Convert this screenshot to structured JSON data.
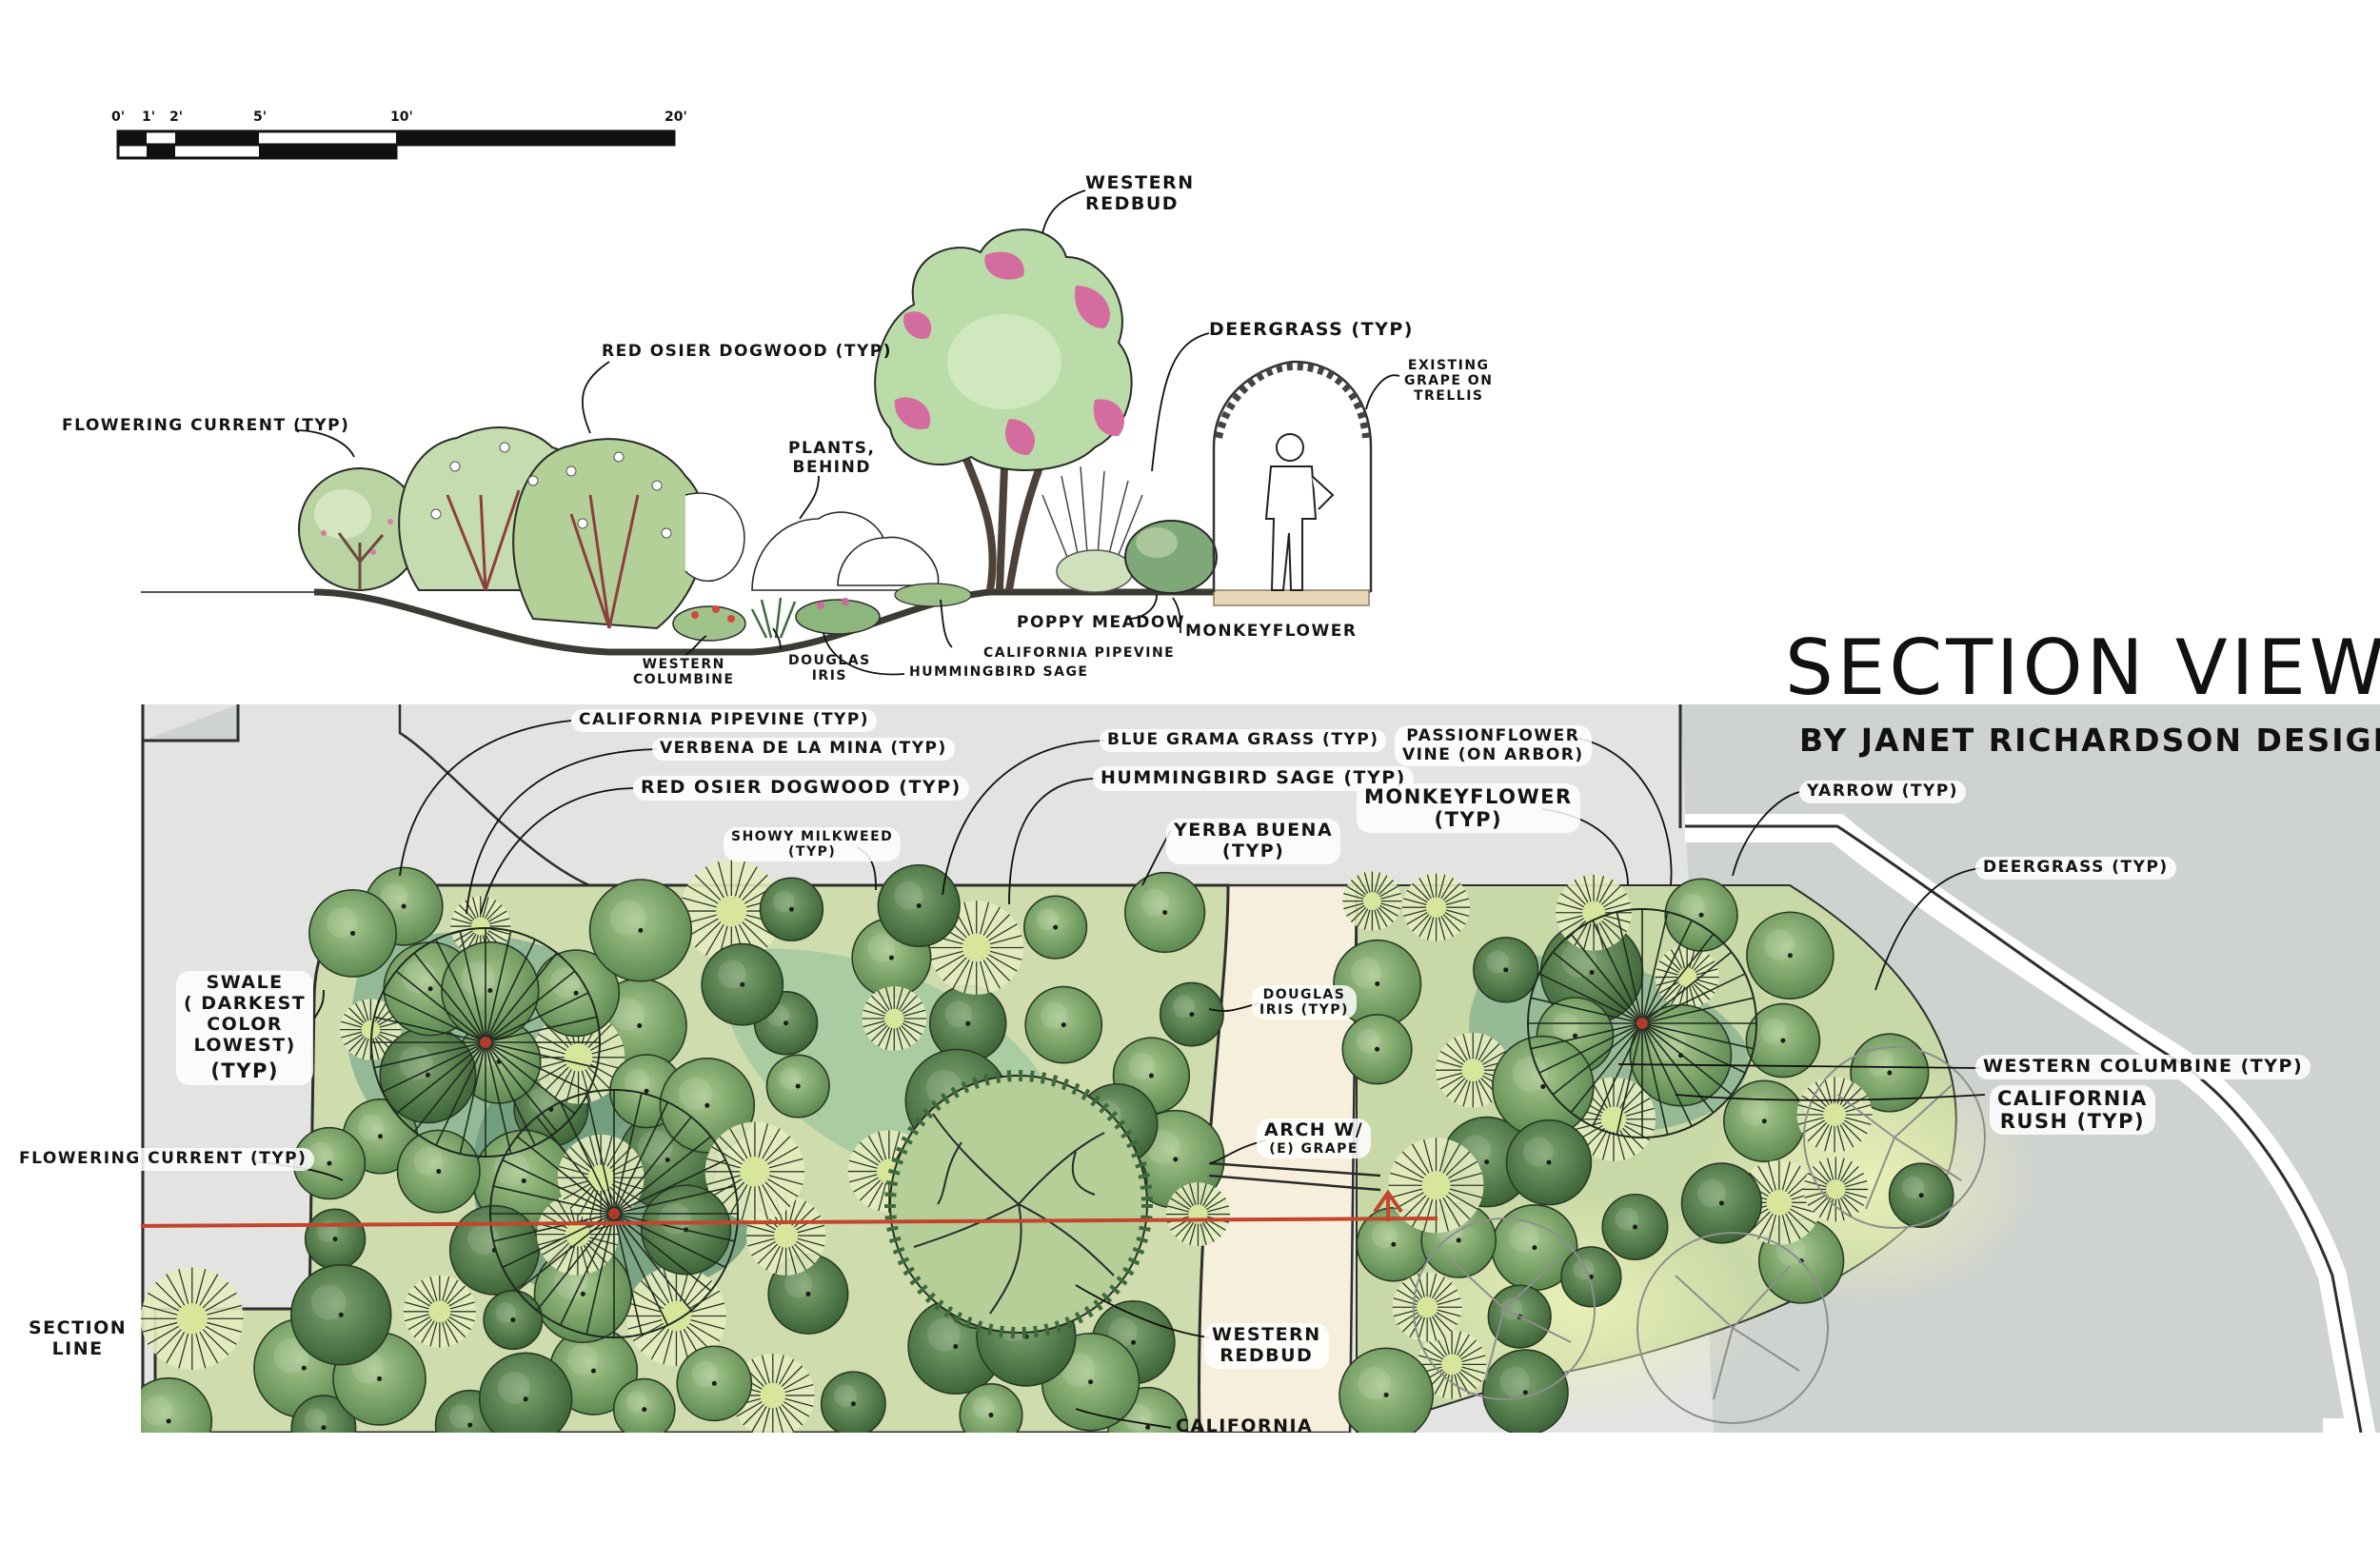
{
  "title": "SECTION VIEW",
  "byline": "BY  JANET RICHARDSON DESIGN",
  "scale_bar": {
    "ticks": [
      "0'",
      "1'",
      "2'",
      "5'",
      "10'",
      "20'"
    ]
  },
  "section_labels": {
    "flowering_current": "FLOWERING CURRENT (TYP)",
    "red_osier": "RED OSIER DOGWOOD (TYP)",
    "plants_behind_1": "PLANTS,",
    "plants_behind_2": "BEHIND",
    "western_redbud_1": "WESTERN",
    "western_redbud_2": "REDBUD",
    "deergrass": "DEERGRASS (TYP)",
    "existing_grape_1": "EXISTING",
    "existing_grape_2": "GRAPE ON",
    "existing_grape_3": "TRELLIS",
    "poppy_meadow": "POPPY MEADOW",
    "monkeyflower": "MONKEYFLOWER",
    "california_pipevine": "CALIFORNIA PIPEVINE",
    "hummingbird_sage": "HUMMINGBIRD SAGE",
    "douglas_iris_1": "DOUGLAS",
    "douglas_iris_2": "IRIS",
    "western_columbine_1": "WESTERN",
    "western_columbine_2": "COLUMBINE"
  },
  "plan_labels": {
    "california_pipevine": "CALIFORNIA PIPEVINE (TYP)",
    "verbena": "VERBENA DE LA MINA (TYP)",
    "red_osier": "RED OSIER DOGWOOD (TYP)",
    "blue_grama": "BLUE GRAMA GRASS (TYP)",
    "hummingbird_sage": "HUMMINGBIRD SAGE (TYP)",
    "passionflower_1": "PASSIONFLOWER",
    "passionflower_2": "VINE (ON ARBOR)",
    "monkeyflower_1": "MONKEYFLOWER",
    "monkeyflower_2": "(TYP)",
    "yarrow": "YARROW (TYP)",
    "showy_milkweed_1": "SHOWY MILKWEED",
    "showy_milkweed_2": "(TYP)",
    "yerba_buena_1": "YERBA BUENA",
    "yerba_buena_2": "(TYP)",
    "deergrass": "DEERGRASS (TYP)",
    "swale_1": "SWALE",
    "swale_2": "( DARKEST",
    "swale_3": "COLOR",
    "swale_4": "LOWEST)",
    "swale_5": "(TYP)",
    "douglas_iris_1": "DOUGLAS",
    "douglas_iris_2": "IRIS (TYP)",
    "western_columbine": "WESTERN COLUMBINE (TYP)",
    "california_rush_1": "CALIFORNIA",
    "california_rush_2": "RUSH (TYP)",
    "arch_1": "ARCH W/",
    "arch_2": "(E) GRAPE",
    "flowering_current": "FLOWERING CURRENT (TYP)",
    "section_line_1": "SECTION",
    "section_line_2": "LINE",
    "western_redbud_1": "WESTERN",
    "western_redbud_2": "REDBUD",
    "california_cut": "CALIFORNIA"
  },
  "colors": {
    "paving": "#e3e4e1",
    "paving_dark": "#cfd3cf",
    "path": "#f6efdc",
    "planting": "#cfdcae",
    "swale": "#7fae8e",
    "shrub": "#79a56b",
    "shrub_dark": "#4f7a45",
    "section_line": "#c2452c",
    "redbud_pink": "#d56ca0"
  }
}
